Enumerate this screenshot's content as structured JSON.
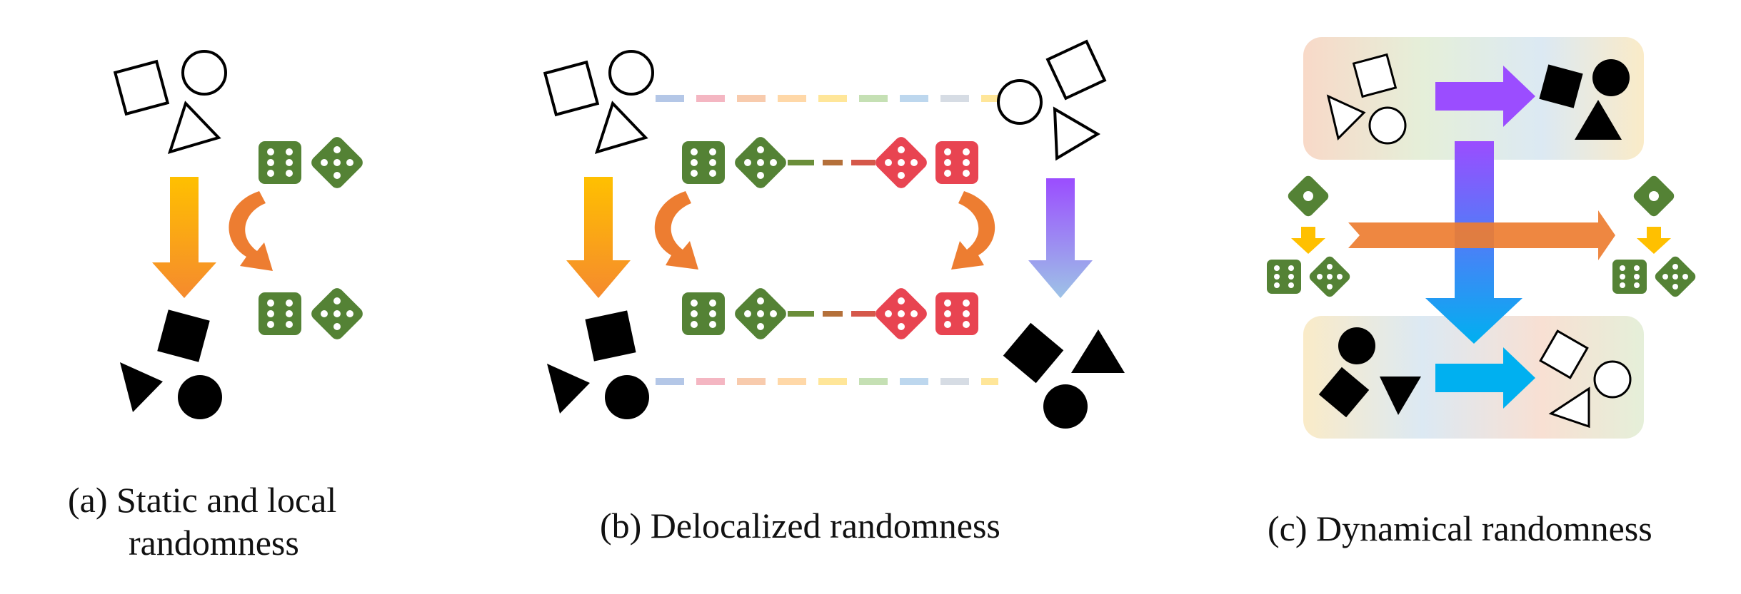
{
  "captions": {
    "a_line1": "(a) Static and local",
    "a_line2": "randomness",
    "b": "(b) Delocalized randomness",
    "c": "(c) Dynamical randomness"
  },
  "colors": {
    "die_green": "#548235",
    "die_red": "#E84451",
    "arrow_orange_top": "#FFC000",
    "arrow_orange_bottom": "#F58A2E",
    "curve_orange": "#ED7D31",
    "arrow_purple": "#9B4DFF",
    "arrow_lightblue": "#9DC3E6",
    "arrow_blue": "#00B0F0",
    "small_arrow": "#FFC000"
  },
  "icons": [
    "square-icon",
    "circle-icon",
    "triangle-icon",
    "die-six-icon",
    "die-five-icon",
    "die-one-icon",
    "down-arrow-icon",
    "curved-arrow-icon",
    "right-arrow-icon"
  ]
}
